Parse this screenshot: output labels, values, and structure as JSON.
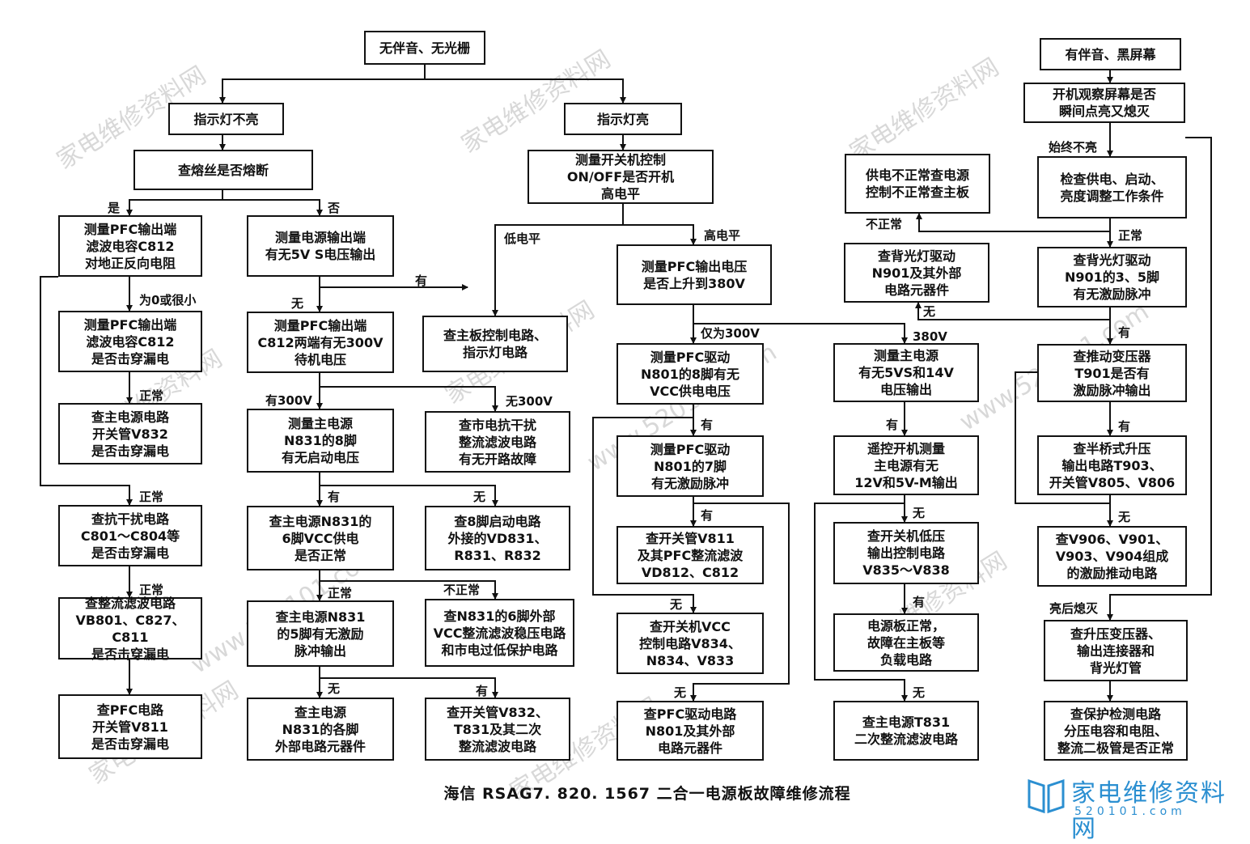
{
  "caption": "海信 RSAG7. 820. 1567 二合一电源板故障维修流程",
  "watermark": "家电维修资料网",
  "watermark_url": "www.520101.com",
  "logo": {
    "text": "家电维修资料网",
    "url": "520101.com"
  },
  "boxes": {
    "b1": "无伴音、无光栅",
    "b2": "指示灯不亮",
    "b3": "指示灯亮",
    "b4": "查熔丝是否熔断",
    "b5": "测量开关机控制\nON/OFF是否开机\n高电平",
    "b6": "测量PFC输出端\n滤波电容C812\n对地正反向电阻",
    "b7": "测量电源输出端\n有无5V  S电压输出",
    "b8": "测量PFC输出电压\n是否上升到380V",
    "b9": "测量PFC输出端\n滤波电容C812\n是否击穿漏电",
    "b10": "测量PFC输出端\nC812两端有无300V\n待机电压",
    "b11": "查主板控制电路、\n指示灯电路",
    "b12": "查主电源电路\n开关管V832\n是否击穿漏电",
    "b13": "测量主电源\nN831的8脚\n有无启动电压",
    "b14": "查市电抗干扰\n整流滤波电路\n有无开路故障",
    "b15": "查抗干扰电路\nC801～C804等\n是否击穿漏电",
    "b16": "查主电源N831的\n6脚VCC供电\n是否正常",
    "b17": "查8脚启动电路\n外接的VD831、\nR831、R832",
    "b18": "查整流滤波电路\nVB801、C827、C811\n是否击穿漏电",
    "b19": "查主电源N831\n的5脚有无激励\n脉冲输出",
    "b20": "查N831的6脚外部\nVCC整流滤波稳压电路\n和市电过低保护电路",
    "b21": "查PFC电路\n开关管V811\n是否击穿漏电",
    "b22": "查主电源\nN831的各脚\n外部电路元器件",
    "b23": "查开关管V832、\nT831及其二次\n整流滤波电路",
    "b24": "测量PFC驱动\nN801的8脚有无\nVCC供电电压",
    "b25": "测量PFC驱动\nN801的7脚\n有无激励脉冲",
    "b26": "查开关管V811\n及其PFC整流滤波\nVD812、C812",
    "b27": "查开关机VCC\n控制电路V834、\nN834、V833",
    "b28": "查PFC驱动电路\nN801及其外部\n电路元器件",
    "b29": "测量主电源\n有无5VS和14V\n电压输出",
    "b30": "遥控开机测量\n主电源有无\n12V和5V-M输出",
    "b31": "查开关机低压\n输出控制电路\nV835～V838",
    "b32": "电源板正常，\n故障在主板等\n负载电路",
    "b33": "查主电源T831\n二次整流滤波电路",
    "b34": "有伴音、黑屏幕",
    "b35": "开机观察屏幕是否\n瞬间点亮又熄灭",
    "b36": "检查供电、启动、\n亮度调整工作条件",
    "b37": "供电不正常查电源\n控制不正常查主板",
    "b38": "查背光灯驱动\nN901及其外部\n电路元器件",
    "b39": "查背光灯驱动\nN901的3、5脚\n有无激励脉冲",
    "b40": "查推动变压器\nT901是否有\n激励脉冲输出",
    "b41": "查半桥式升压\n输出电路T903、\n开关管V805、V806",
    "b42": "查V906、V901、\nV903、V904组成\n的激励推动电路",
    "b43": "查升压变压器、\n输出连接器和\n背光灯管",
    "b44": "查保护检测电路\n分压电容和电阻、\n整流二极管是否正常"
  },
  "labels": {
    "l1": "是",
    "l2": "否",
    "l3": "低电平",
    "l4": "高电平",
    "l5": "为0或很小",
    "l6": "有",
    "l7": "无",
    "l8": "正常",
    "l9": "有300V",
    "l10": "无300V",
    "l11": "正常",
    "l12": "有",
    "l13": "无",
    "l14": "正常",
    "l15": "正常",
    "l16": "不正常",
    "l17": "无",
    "l18": "有",
    "l19": "仅为300V",
    "l20": "380V",
    "l21": "有",
    "l22": "有",
    "l23": "无",
    "l24": "无",
    "l25": "有",
    "l26": "无",
    "l27": "有",
    "l28": "无",
    "l29": "始终不亮",
    "l30": "不正常",
    "l31": "正常",
    "l32": "无",
    "l33": "有",
    "l34": "有",
    "l35": "无",
    "l36": "亮后熄灭"
  }
}
